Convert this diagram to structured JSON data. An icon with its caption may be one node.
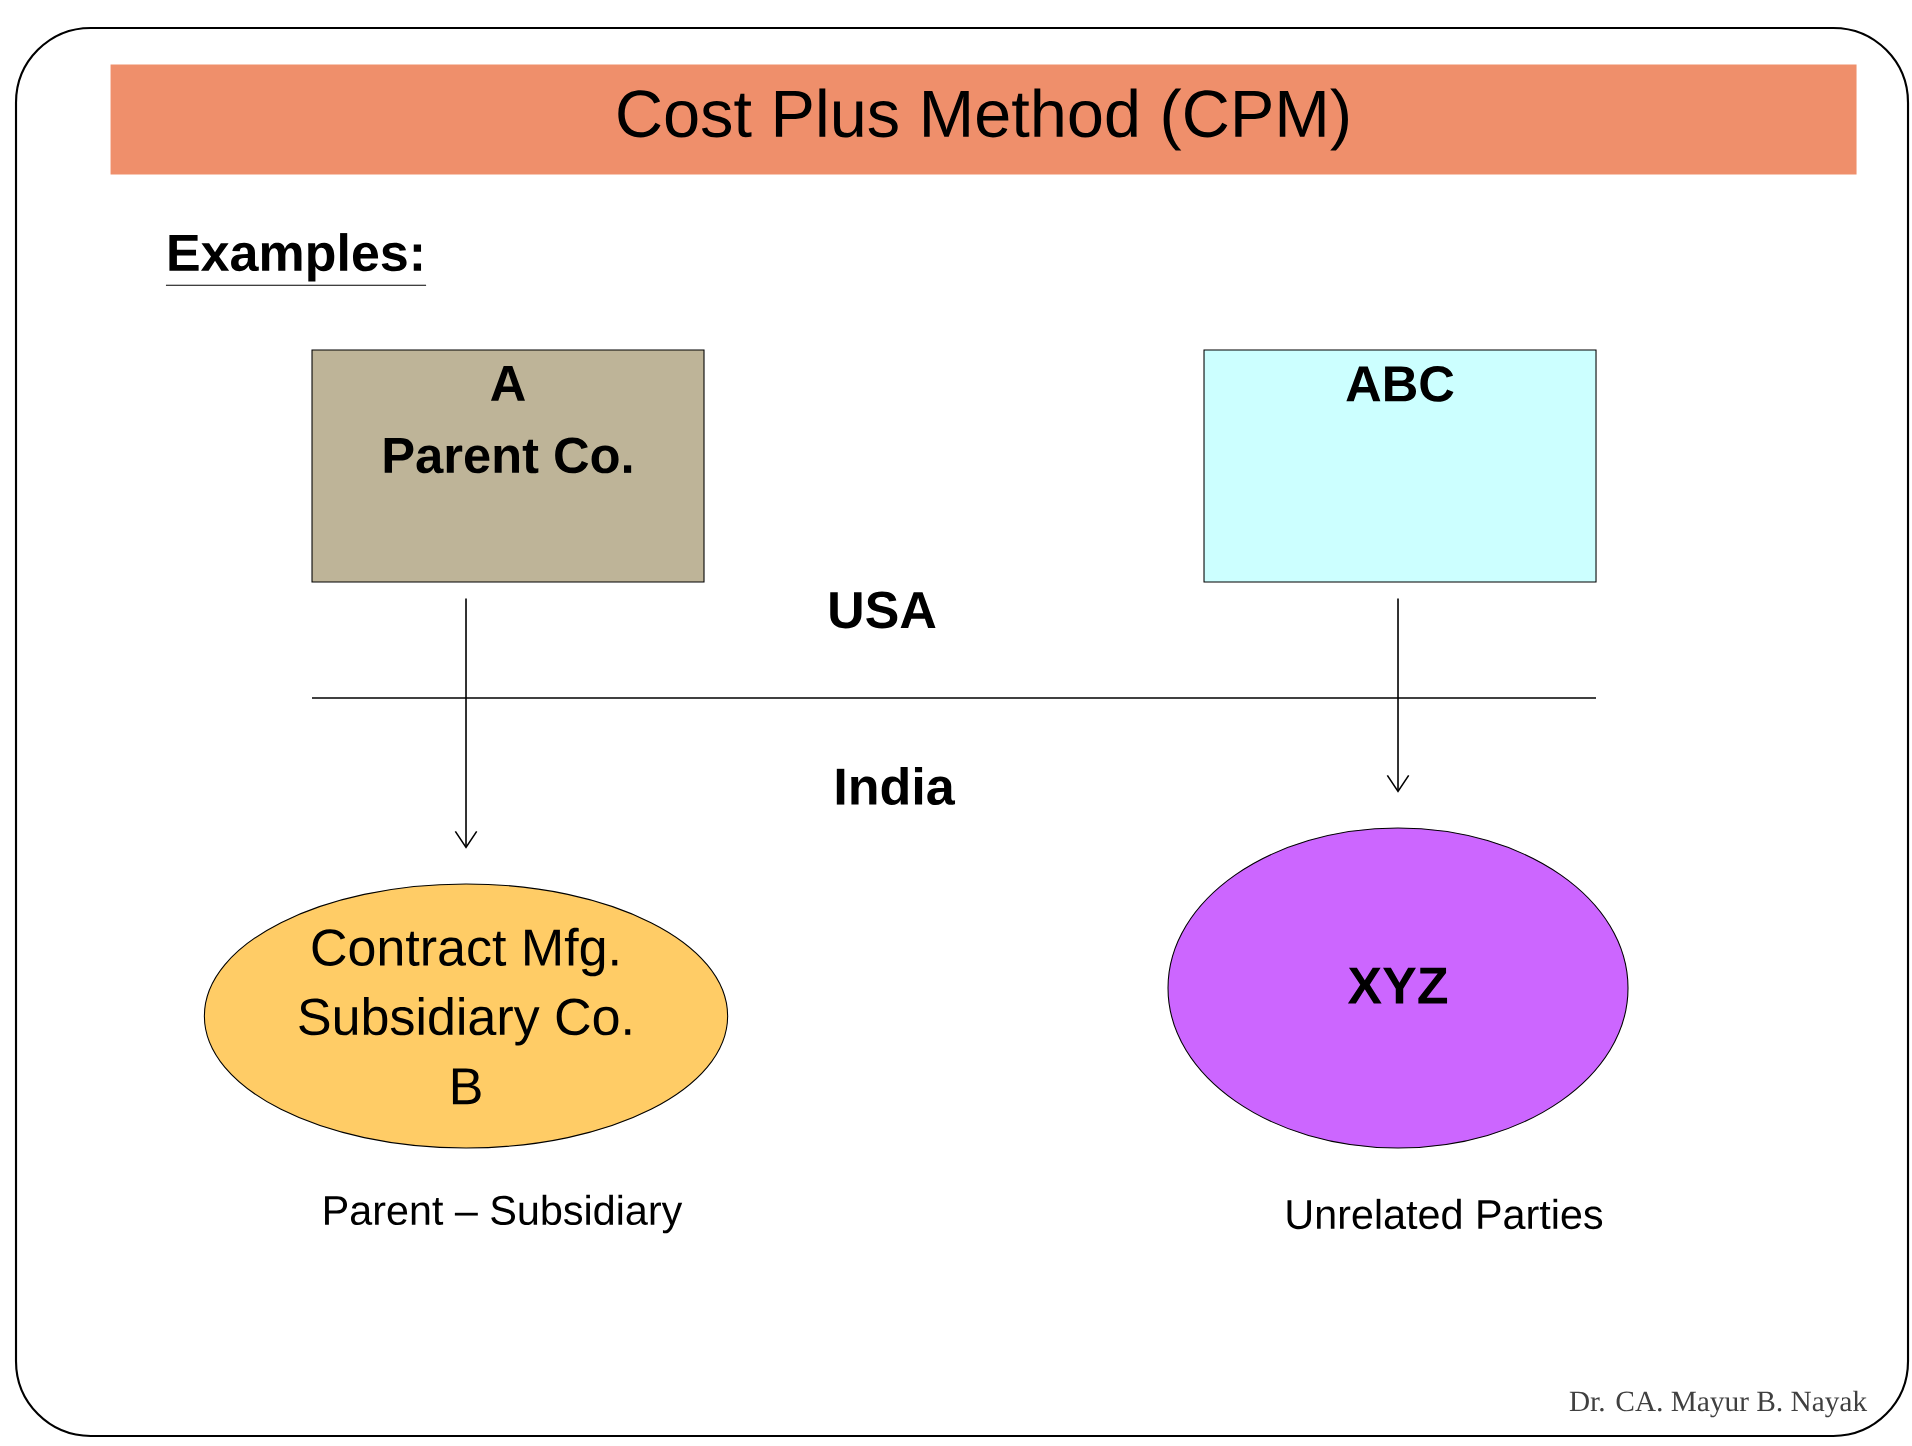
{
  "diagram": {
    "title": "Cost Plus Method (CPM)",
    "nodes": [
      {
        "text": [
          "A",
          "Parent Co."
        ]
      },
      {
        "text": [
          "ABC"
        ]
      },
      {
        "text": [
          "Contract Mfg. Subsidiary Co. B"
        ],
        "beside": [
          "Parent – Subsidiary"
        ]
      },
      {
        "text": [
          "XYZ"
        ],
        "beside": [
          "Unrelated  Parties"
        ]
      }
    ],
    "edges": [
      {
        "from": 0,
        "to": 2,
        "arrow": "to"
      },
      {
        "from": 1,
        "to": 3,
        "arrow": "to"
      }
    ],
    "labels": [
      "Examples:",
      "USA",
      "India",
      "Dr. CA. Mayur B. Nayak"
    ]
  }
}
